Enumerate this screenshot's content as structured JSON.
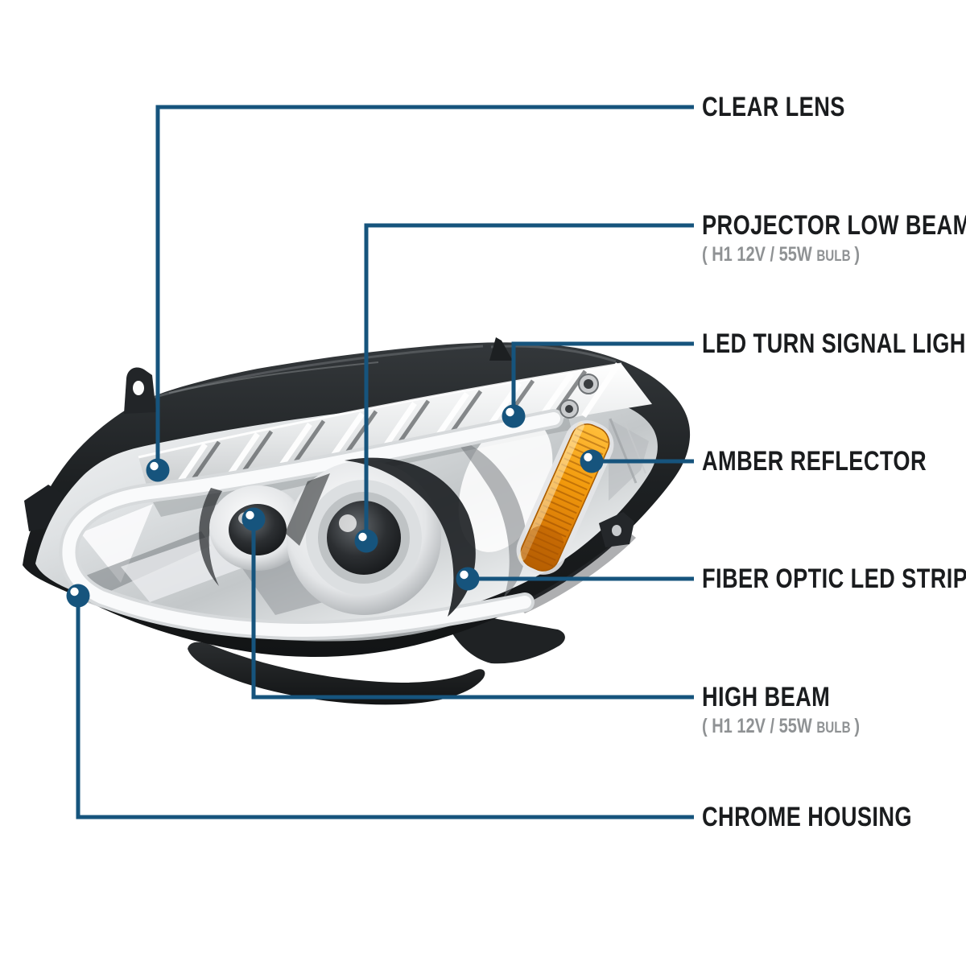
{
  "colors": {
    "accent": "#16547d",
    "title_text": "#1a1c1e",
    "subtitle_text": "#8f9294",
    "background": "#ffffff",
    "amber_reflector": "#f29a0c",
    "housing_black": "#1b1e20",
    "chrome_silver": "#d9dcde"
  },
  "callouts": [
    {
      "title": "CLEAR LENS"
    },
    {
      "title": "PROJECTOR LOW BEAM",
      "sub": {
        "main": "( H1 12V / 55W",
        "small": "BULB",
        "close": ")"
      }
    },
    {
      "title": "LED TURN SIGNAL LIGHT"
    },
    {
      "title": "AMBER REFLECTOR"
    },
    {
      "title": "FIBER OPTIC LED STRIP"
    },
    {
      "title": "HIGH BEAM",
      "sub": {
        "main": "( H1 12V / 55W",
        "small": "BULB",
        "close": ")"
      }
    },
    {
      "title": "CHROME HOUSING"
    }
  ]
}
